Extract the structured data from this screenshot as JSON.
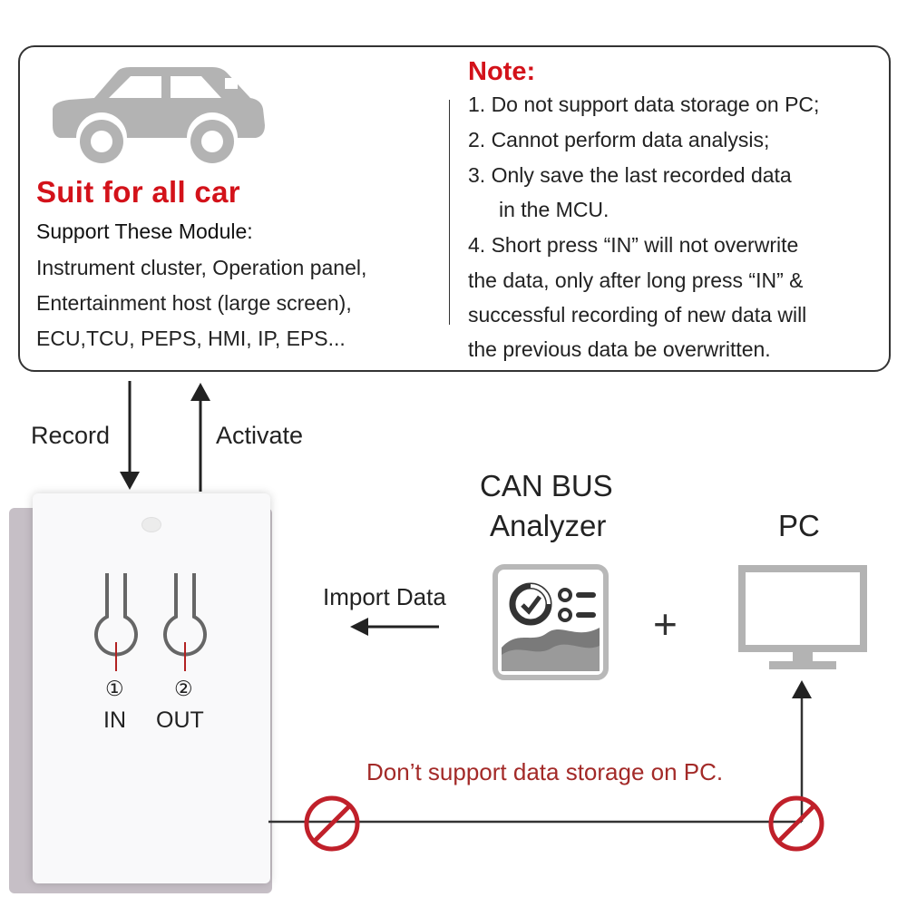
{
  "panel": {
    "suit_title": "Suit for all car",
    "support_heading": "Support These Module:",
    "modules": [
      "Instrument cluster, Operation panel,",
      "Entertainment host (large screen),",
      "ECU,TCU, PEPS, HMI, IP, EPS..."
    ],
    "note_title": "Note:",
    "notes": [
      "1. Do not support data storage on PC;",
      "2. Cannot perform data analysis;",
      "3. Only save the last recorded data",
      "in the MCU.",
      "4. Short press “IN” will not overwrite",
      "the data, only after long press “IN” &",
      "successful recording of new data will",
      "the previous data be overwritten."
    ]
  },
  "flow": {
    "record_label": "Record",
    "activate_label": "Activate",
    "import_label": "Import Data",
    "analyzer_label_line1": "CAN BUS",
    "analyzer_label_line2": "Analyzer",
    "pc_label": "PC",
    "plus": "+",
    "warning": "Don’t support data storage on PC."
  },
  "device": {
    "port1_number": "①",
    "port1_name": "IN",
    "port2_number": "②",
    "port2_name": "OUT"
  },
  "icons": {
    "car": "car-icon",
    "analyzer": "dashboard-chart-icon",
    "pc": "monitor-icon",
    "prohibited": "no-entry-icon"
  },
  "colors": {
    "accent_red": "#d3121a",
    "warning_red": "#a32a28",
    "icon_gray": "#b3b3b3"
  }
}
